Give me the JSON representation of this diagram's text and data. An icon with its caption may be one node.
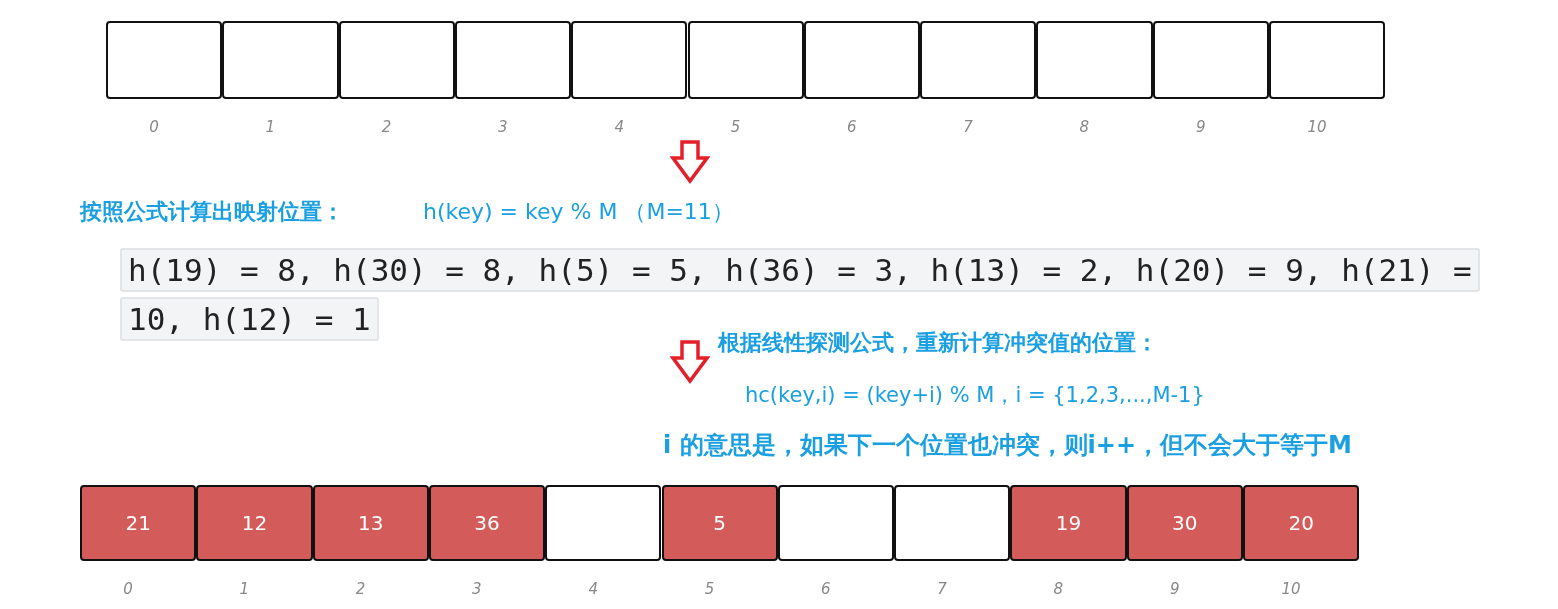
{
  "diagram": {
    "nodes": [
      {
        "text": [],
        "shape": "box",
        "beside": [
          "0"
        ]
      },
      {
        "text": [],
        "shape": "box",
        "beside": [
          "1"
        ]
      },
      {
        "text": [],
        "shape": "box",
        "beside": [
          "2"
        ]
      },
      {
        "text": [],
        "shape": "box",
        "beside": [
          "3"
        ]
      },
      {
        "text": [],
        "shape": "box",
        "beside": [
          "4"
        ]
      },
      {
        "text": [],
        "shape": "box",
        "beside": [
          "5"
        ]
      },
      {
        "text": [],
        "shape": "box",
        "beside": [
          "6"
        ]
      },
      {
        "text": [],
        "shape": "box",
        "beside": [
          "7"
        ]
      },
      {
        "text": [],
        "shape": "box",
        "beside": [
          "8"
        ]
      },
      {
        "text": [],
        "shape": "box",
        "beside": [
          "9"
        ]
      },
      {
        "text": [],
        "shape": "box",
        "beside": [
          "10"
        ]
      },
      {
        "text": [
          "21"
        ],
        "beside": [
          "0"
        ]
      },
      {
        "text": [
          "12"
        ],
        "beside": [
          "1"
        ]
      },
      {
        "text": [
          "13"
        ],
        "beside": [
          "2"
        ]
      },
      {
        "text": [
          "36"
        ],
        "beside": [
          "3"
        ]
      },
      {
        "text": [],
        "shape": "box",
        "beside": [
          "4"
        ]
      },
      {
        "text": [
          "5"
        ],
        "beside": [
          "5"
        ]
      },
      {
        "text": [],
        "shape": "box",
        "beside": [
          "6"
        ]
      },
      {
        "text": [],
        "shape": "box",
        "beside": [
          "7"
        ]
      },
      {
        "text": [
          "19"
        ],
        "beside": [
          "8"
        ]
      },
      {
        "text": [
          "30"
        ],
        "beside": [
          "9"
        ]
      },
      {
        "text": [
          "20"
        ],
        "beside": [
          "10"
        ]
      }
    ],
    "labels": [
      "按照公式计算出映射位置：",
      "h(key) = key % M （M=11）",
      "h(19) = 8, h(30) = 8, h(5) = 5, h(36) = 3, h(13) = 2, h(20) = 9, h(21) = 10, h(12) = 1",
      "根据线性探测公式，重新计算冲突值的位置：",
      "hc(key,i) = (key+i) % M，i = {1,2,3,...,M-1}",
      "i 的意思是，如果下一个位置也冲突，则i++，但不会大于等于M"
    ]
  }
}
